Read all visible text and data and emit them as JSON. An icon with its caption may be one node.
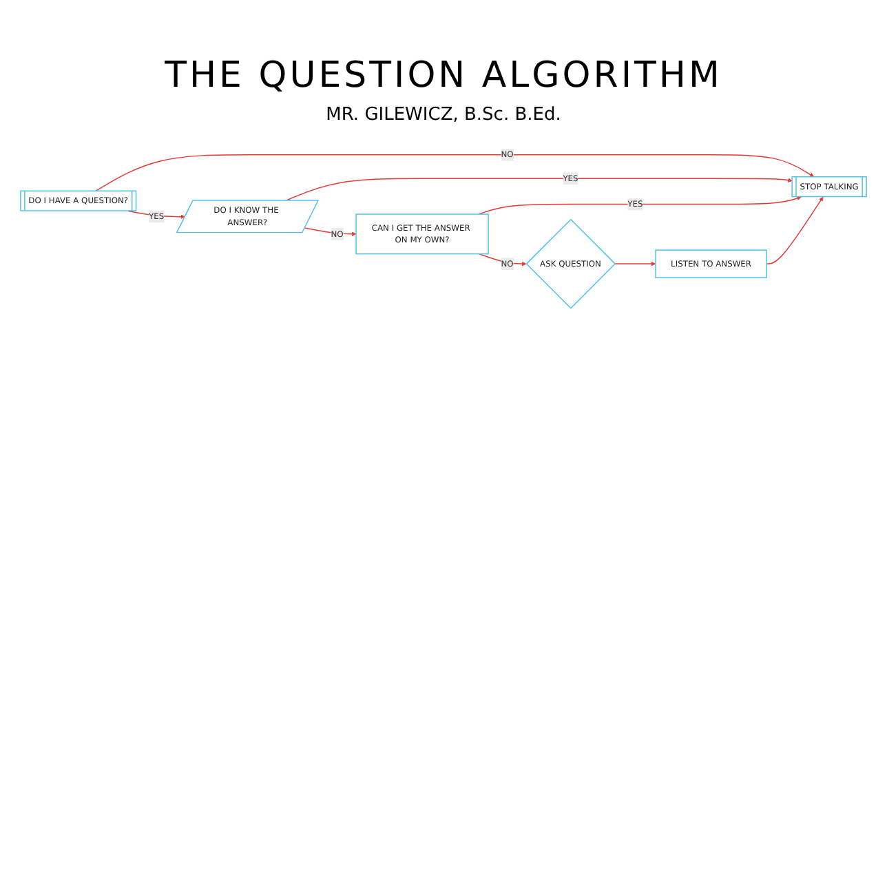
{
  "diagram": {
    "title": "THE QUESTION ALGORITHM",
    "nodes": [
      {
        "text": [
          "DO I HAVE A QUESTION?"
        ]
      },
      {
        "text": [
          "DO I KNOW THE ANSWER?"
        ]
      },
      {
        "text": [
          "CAN I GET THE ANSWER ON MY OWN?"
        ]
      },
      {
        "text": [
          "ASK QUESTION"
        ]
      },
      {
        "text": [
          "STOP TALKING"
        ]
      },
      {
        "text": [
          "LISTEN TO ANSWER"
        ]
      }
    ],
    "edges": [
      {
        "from": 0,
        "to": 1,
        "arrow": "to",
        "label": "YES"
      },
      {
        "from": 1,
        "to": 2,
        "arrow": "to",
        "label": "NO"
      },
      {
        "from": 2,
        "to": 3,
        "arrow": "to",
        "label": "NO"
      },
      {
        "from": 0,
        "to": 4,
        "arrow": "to",
        "label": "NO"
      },
      {
        "from": 1,
        "to": 4,
        "arrow": "to",
        "label": "YES"
      },
      {
        "from": 2,
        "to": 4,
        "arrow": "to",
        "label": "YES"
      },
      {
        "from": 3,
        "to": 5,
        "arrow": "to"
      },
      {
        "from": 5,
        "to": 4,
        "arrow": "to"
      }
    ],
    "labels": [
      "MR. GILEWICZ, B.Sc. B.Ed."
    ]
  }
}
